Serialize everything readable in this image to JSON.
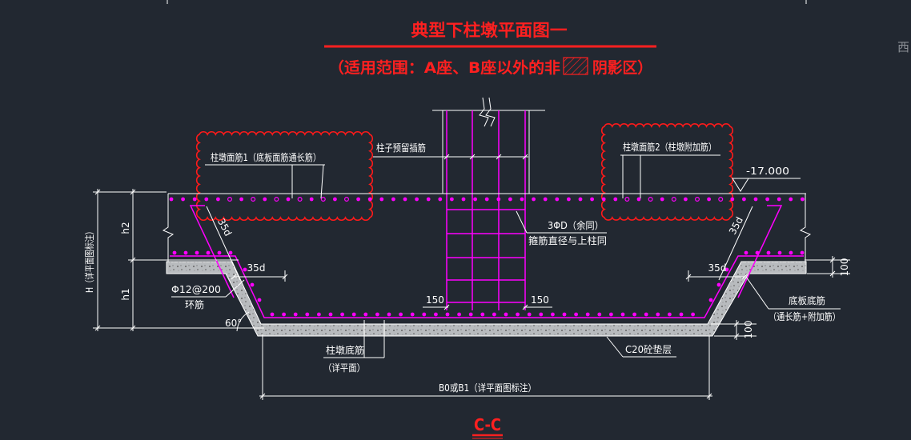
{
  "colors": {
    "background": "#222831",
    "annotation": "#ffffff",
    "rebar": "#ff00ff",
    "title": "#ff2020",
    "cloud": "#ff1a1a",
    "concrete": "#b8bbbe"
  },
  "header": {
    "title": "典型下柱墩平面图一",
    "subtitle_prefix": "（适用范围：A座、B座以外的非",
    "subtitle_suffix": "阴影区）",
    "corner_glyph": "西"
  },
  "callouts": {
    "face_bar_1": "柱墩面筋1（底板面筋通长筋）",
    "column_dowels": "柱子预留插筋",
    "face_bar_2": "柱墩面筋2（柱墩附加筋）",
    "elevation": "-17.000",
    "stirrup_count": "3ΦD（余同）",
    "stirrup_note": "箍筋直径与上柱同",
    "ring_bar_spec": "Φ12@200",
    "ring_bar_name": "环筋",
    "slab_bottom_bar": "底板底筋",
    "slab_bottom_bar_note": "（通长筋+附加筋）",
    "pier_bottom_bar": "柱墩底筋",
    "pier_bottom_bar_note": "（详平面）",
    "cushion": "C20砼垫层"
  },
  "dimensions": {
    "total_height": "H（详平面图标注）",
    "upper_height": "h2",
    "lower_height": "h1",
    "anchorage": "35d",
    "slope_angle": "60°",
    "edge_offset": "150",
    "thickness": "100",
    "width": "B0或B1（详平面图标注）"
  },
  "section_label": "C-C"
}
